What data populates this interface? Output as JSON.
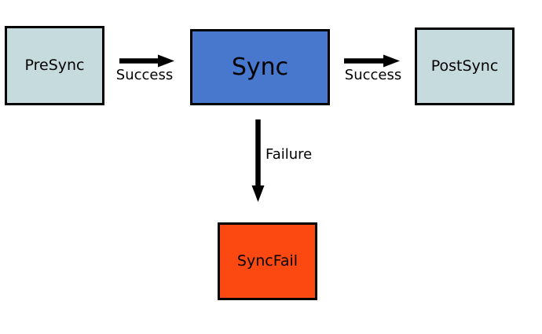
{
  "diagram": {
    "background_color": "#ffffff",
    "stroke_color": "#000000",
    "nodes": [
      {
        "id": "presync",
        "label": "PreSync",
        "fill": "#c6dbde"
      },
      {
        "id": "sync",
        "label": "Sync",
        "fill": "#4878cd"
      },
      {
        "id": "postsync",
        "label": "PostSync",
        "fill": "#c6dbde"
      },
      {
        "id": "syncfail",
        "label": "SyncFail",
        "fill": "#fb4911"
      }
    ],
    "edges": [
      {
        "from": "PreSync",
        "to": "Sync",
        "label": "Success"
      },
      {
        "from": "Sync",
        "to": "PostSync",
        "label": "Success"
      },
      {
        "from": "Sync",
        "to": "SyncFail",
        "label": "Failure"
      }
    ]
  }
}
